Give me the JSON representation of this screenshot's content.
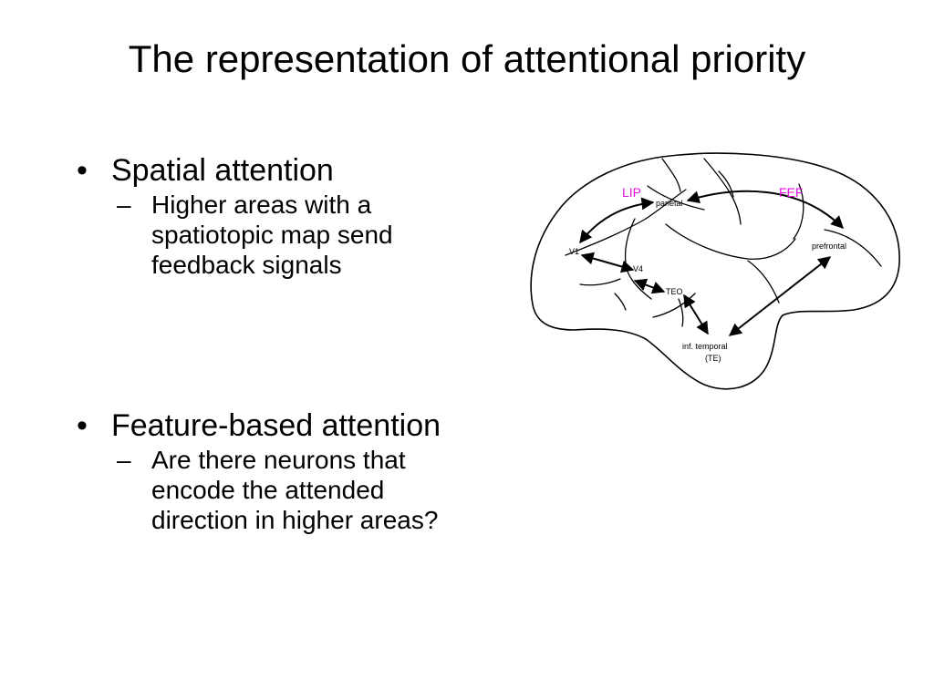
{
  "slide": {
    "title": "The representation of attentional priority",
    "bullet_symbol": "•",
    "dash_symbol": "–",
    "bullets": [
      {
        "text": "Spatial attention",
        "sub": "Higher areas with a spatiotopic map send feedback signals"
      },
      {
        "text": "Feature-based attention",
        "sub": "Are there neurons that encode the attended direction in higher areas?"
      }
    ]
  },
  "diagram": {
    "labels": {
      "lip": "LIP",
      "fef": "FEF",
      "parietal": "parietal",
      "prefrontal": "prefrontal",
      "v1": "V1",
      "v4": "V4",
      "teo": "TEO",
      "inf_temporal": "inf. temporal",
      "te": "(TE)"
    },
    "colors": {
      "highlight": "#e010e0",
      "line": "#000000"
    }
  }
}
